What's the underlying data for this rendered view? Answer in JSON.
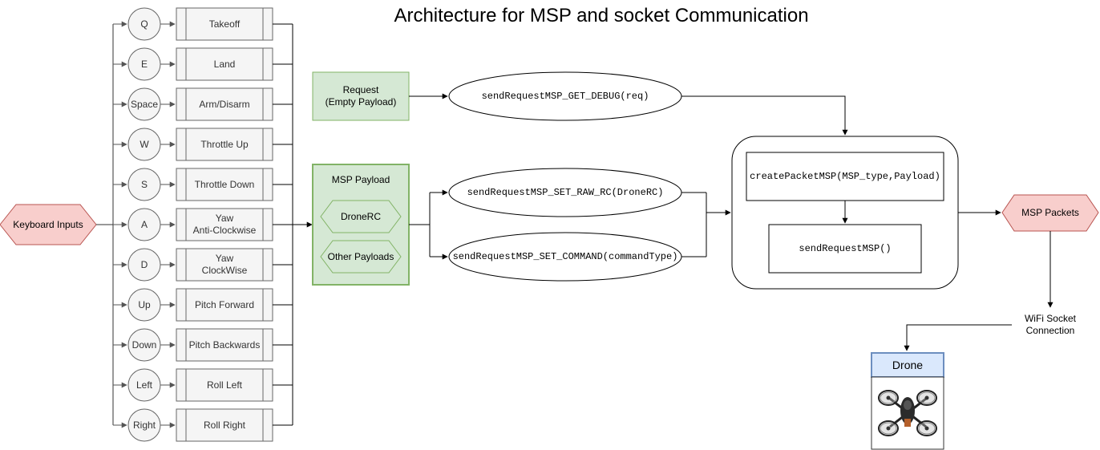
{
  "title": "Architecture for MSP and socket Communication",
  "input_label": "Keyboard Inputs",
  "keys": [
    "Q",
    "E",
    "Space",
    "W",
    "S",
    "A",
    "D",
    "Up",
    "Down",
    "Left",
    "Right"
  ],
  "actions": [
    "Takeoff",
    "Land",
    "Arm/Disarm",
    "Throttle Up",
    "Throttle Down",
    "Yaw\nAnti-Clockwise",
    "Yaw\nClockWise",
    "Pitch Forward",
    "Pitch Backwards",
    "Roll Left",
    "Roll Right"
  ],
  "request_box": "Request\n(Empty Payload)",
  "msp_payload": {
    "title": "MSP Payload",
    "items": [
      "DroneRC",
      "Other Payloads"
    ]
  },
  "functions": {
    "get_debug": "sendRequestMSP_GET_DEBUG(req)",
    "set_raw_rc": "sendRequestMSP_SET_RAW_RC(DroneRC)",
    "set_command": "sendRequestMSP_SET_COMMAND(commandType)"
  },
  "packet_create": "createPacketMSP(MSP_type,Payload)",
  "send_request": "sendRequestMSP()",
  "msp_packets": "MSP Packets",
  "wifi_label": "WiFi Socket\nConnection",
  "drone_label": "Drone",
  "colors": {
    "pink_fill": "#f8cecc",
    "pink_stroke": "#b85450",
    "green_fill": "#d5e8d4",
    "green_stroke": "#82b366",
    "blue_fill": "#dae8fc",
    "blue_stroke": "#6c8ebf",
    "gray_fill": "#f5f5f5",
    "gray_stroke": "#666666"
  }
}
